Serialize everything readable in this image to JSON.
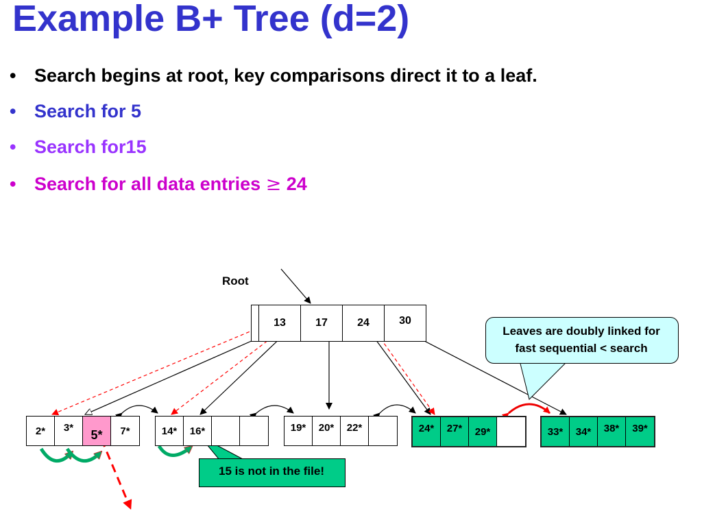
{
  "title": "Example B+ Tree (d=2)",
  "bullet_glyph": "•",
  "bullets": {
    "b1": "Search begins at root, key comparisons direct it to a leaf.",
    "b2": "Search for 5",
    "b3": "Search for15",
    "b4_text": "Search for all data entries ",
    "b4_symbol": "≥",
    "b4_value": " 24"
  },
  "root_label": "Root",
  "root_keys": [
    "13",
    "17",
    "24",
    "30"
  ],
  "leaves": [
    [
      "2*",
      "3*",
      "5*",
      "7*"
    ],
    [
      "14*",
      "16*",
      "",
      ""
    ],
    [
      "19*",
      "20*",
      "22*",
      ""
    ],
    [
      "24*",
      "27*",
      "29*",
      ""
    ],
    [
      "33*",
      "34*",
      "38*",
      "39*"
    ]
  ],
  "callout": {
    "line1": "Leaves are doubly linked for",
    "line2": "fast sequential < search"
  },
  "note": "15 is not in the file!",
  "colors": {
    "title": "#3333cc",
    "search5": "#3333cc",
    "search15": "#9933ff",
    "search24": "#cc00cc",
    "leaf_green": "#00cc88",
    "highlight_pink": "#ff99cc",
    "callout_fill": "#ccffff",
    "search_arrow_red": "#ff0000",
    "curved_arrow_green": "#00aa66"
  }
}
